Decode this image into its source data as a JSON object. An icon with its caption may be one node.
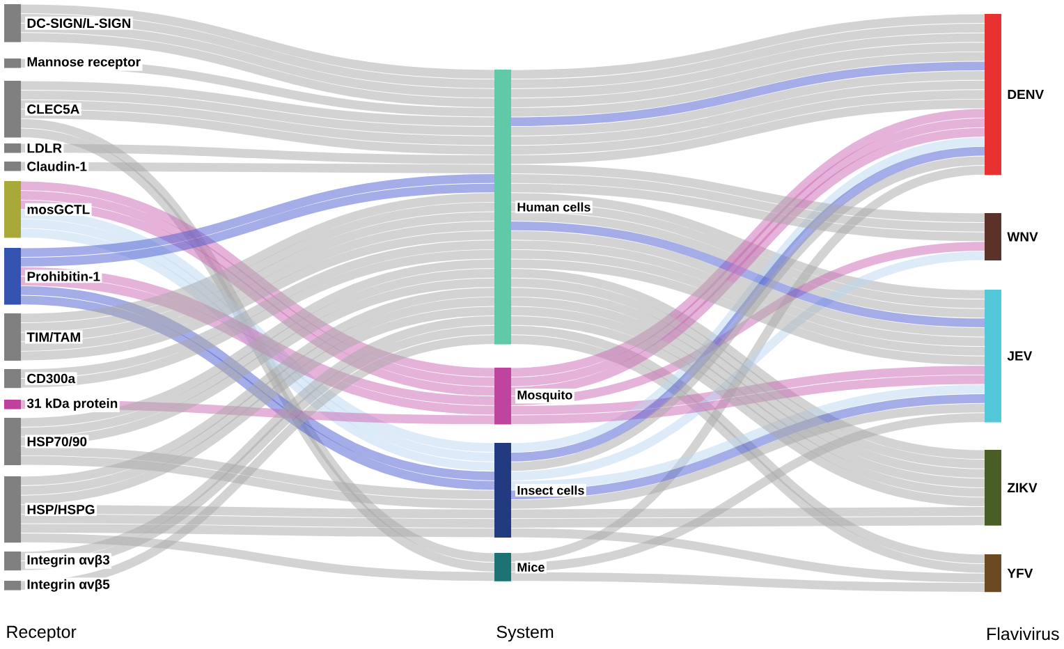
{
  "diagram": {
    "nodes": [
      {
        "text": [
          "DC-SIGN/L-SIGN"
        ]
      },
      {
        "text": [
          "Mannose receptor"
        ]
      },
      {
        "text": [
          "CLEC5A"
        ]
      },
      {
        "text": [
          "LDLR"
        ]
      },
      {
        "text": [
          "Claudin-1"
        ]
      },
      {
        "text": [
          "mosGCTL"
        ]
      },
      {
        "text": [
          "Prohibitin-1"
        ]
      },
      {
        "text": [
          "TIM/TAM"
        ]
      },
      {
        "text": [
          "CD300a"
        ]
      },
      {
        "text": [
          "31 kDa protein"
        ]
      },
      {
        "text": [
          "HSP70/90"
        ]
      },
      {
        "text": [
          "HSP/HSPG"
        ]
      },
      {
        "text": [
          "Integrin αvβ3"
        ]
      },
      {
        "text": [
          "Integrin αvβ5"
        ]
      },
      {
        "text": [
          "Human cells"
        ]
      },
      {
        "text": [
          "Mosquito"
        ]
      },
      {
        "text": [
          "Insect cells"
        ]
      },
      {
        "text": [
          "Mice"
        ]
      },
      {
        "text": [
          "DENV"
        ]
      },
      {
        "text": [
          "WNV"
        ]
      },
      {
        "text": [
          "JEV"
        ]
      },
      {
        "text": [
          "ZIKV"
        ]
      },
      {
        "text": [
          "YFV"
        ]
      }
    ],
    "edges": [
      {
        "from": 0,
        "to": 14,
        "arrow": "none"
      },
      {
        "from": 0,
        "to": 14,
        "arrow": "none"
      },
      {
        "from": 0,
        "to": 14,
        "arrow": "none"
      },
      {
        "from": 0,
        "to": 14,
        "arrow": "none"
      },
      {
        "from": 1,
        "to": 14,
        "arrow": "none"
      },
      {
        "from": 2,
        "to": 14,
        "arrow": "none"
      },
      {
        "from": 2,
        "to": 14,
        "arrow": "none"
      },
      {
        "from": 2,
        "to": 14,
        "arrow": "none"
      },
      {
        "from": 2,
        "to": 14,
        "arrow": "none"
      },
      {
        "from": 2,
        "to": 17,
        "arrow": "none"
      },
      {
        "from": 2,
        "to": 17,
        "arrow": "none"
      },
      {
        "from": 3,
        "to": 14,
        "arrow": "none"
      },
      {
        "from": 4,
        "to": 14,
        "arrow": "none"
      },
      {
        "from": 5,
        "to": 15,
        "arrow": "none",
        "color": "#cc66b3"
      },
      {
        "from": 5,
        "to": 15,
        "arrow": "none",
        "color": "#cc66b3"
      },
      {
        "from": 5,
        "to": 15,
        "arrow": "none",
        "color": "#cc66b3"
      },
      {
        "from": 5,
        "to": 16,
        "arrow": "none",
        "color": "#bcd8f4"
      },
      {
        "from": 5,
        "to": 16,
        "arrow": "none",
        "color": "#bcd8f4"
      },
      {
        "from": 5,
        "to": 16,
        "arrow": "none",
        "color": "#bcd8f4"
      },
      {
        "from": 6,
        "to": 14,
        "arrow": "none",
        "color": "#4a5cd0"
      },
      {
        "from": 6,
        "to": 14,
        "arrow": "none",
        "color": "#4a5cd0"
      },
      {
        "from": 6,
        "to": 15,
        "arrow": "none",
        "color": "#cc66b3"
      },
      {
        "from": 6,
        "to": 15,
        "arrow": "none",
        "color": "#cc66b3"
      },
      {
        "from": 6,
        "to": 16,
        "arrow": "none",
        "color": "#4a5cd0"
      },
      {
        "from": 6,
        "to": 16,
        "arrow": "none",
        "color": "#4a5cd0"
      },
      {
        "from": 7,
        "to": 14,
        "arrow": "none"
      },
      {
        "from": 7,
        "to": 14,
        "arrow": "none"
      },
      {
        "from": 7,
        "to": 14,
        "arrow": "none"
      },
      {
        "from": 7,
        "to": 14,
        "arrow": "none"
      },
      {
        "from": 7,
        "to": 14,
        "arrow": "none"
      },
      {
        "from": 8,
        "to": 14,
        "arrow": "none"
      },
      {
        "from": 8,
        "to": 14,
        "arrow": "none"
      },
      {
        "from": 9,
        "to": 15,
        "arrow": "none",
        "color": "#cc66b3"
      },
      {
        "from": 10,
        "to": 14,
        "arrow": "none"
      },
      {
        "from": 10,
        "to": 14,
        "arrow": "none"
      },
      {
        "from": 10,
        "to": 14,
        "arrow": "none"
      },
      {
        "from": 10,
        "to": 16,
        "arrow": "none"
      },
      {
        "from": 10,
        "to": 16,
        "arrow": "none"
      },
      {
        "from": 11,
        "to": 14,
        "arrow": "none"
      },
      {
        "from": 11,
        "to": 14,
        "arrow": "none"
      },
      {
        "from": 11,
        "to": 14,
        "arrow": "none"
      },
      {
        "from": 11,
        "to": 16,
        "arrow": "none"
      },
      {
        "from": 11,
        "to": 16,
        "arrow": "none"
      },
      {
        "from": 11,
        "to": 16,
        "arrow": "none"
      },
      {
        "from": 11,
        "to": 17,
        "arrow": "none"
      },
      {
        "from": 12,
        "to": 14,
        "arrow": "none"
      },
      {
        "from": 12,
        "to": 14,
        "arrow": "none"
      },
      {
        "from": 13,
        "to": 14,
        "arrow": "none"
      },
      {
        "from": 14,
        "to": 18,
        "arrow": "none"
      },
      {
        "from": 14,
        "to": 20,
        "arrow": "none"
      },
      {
        "from": 14,
        "to": 21,
        "arrow": "none"
      },
      {
        "from": 14,
        "to": 22,
        "arrow": "none"
      },
      {
        "from": 14,
        "to": 18,
        "arrow": "none"
      },
      {
        "from": 14,
        "to": 18,
        "arrow": "none"
      },
      {
        "from": 14,
        "to": 20,
        "arrow": "none"
      },
      {
        "from": 14,
        "to": 20,
        "arrow": "none"
      },
      {
        "from": 14,
        "to": 22,
        "arrow": "none"
      },
      {
        "from": 17,
        "to": 18,
        "arrow": "none"
      },
      {
        "from": 17,
        "to": 20,
        "arrow": "none"
      },
      {
        "from": 14,
        "to": 18,
        "arrow": "none"
      },
      {
        "from": 14,
        "to": 18,
        "arrow": "none"
      },
      {
        "from": 15,
        "to": 18,
        "arrow": "none",
        "color": "#cc66b3"
      },
      {
        "from": 15,
        "to": 19,
        "arrow": "none",
        "color": "#cc66b3"
      },
      {
        "from": 15,
        "to": 20,
        "arrow": "none",
        "color": "#cc66b3"
      },
      {
        "from": 16,
        "to": 18,
        "arrow": "none",
        "color": "#bcd8f4"
      },
      {
        "from": 16,
        "to": 19,
        "arrow": "none",
        "color": "#bcd8f4"
      },
      {
        "from": 16,
        "to": 20,
        "arrow": "none",
        "color": "#bcd8f4"
      },
      {
        "from": 14,
        "to": 18,
        "arrow": "none",
        "color": "#4a5cd0"
      },
      {
        "from": 14,
        "to": 20,
        "arrow": "none",
        "color": "#4a5cd0"
      },
      {
        "from": 15,
        "to": 18,
        "arrow": "none",
        "color": "#cc66b3"
      },
      {
        "from": 15,
        "to": 20,
        "arrow": "none",
        "color": "#cc66b3"
      },
      {
        "from": 16,
        "to": 18,
        "arrow": "none",
        "color": "#4a5cd0"
      },
      {
        "from": 16,
        "to": 20,
        "arrow": "none",
        "color": "#4a5cd0"
      },
      {
        "from": 14,
        "to": 18,
        "arrow": "none"
      },
      {
        "from": 14,
        "to": 19,
        "arrow": "none"
      },
      {
        "from": 14,
        "to": 20,
        "arrow": "none"
      },
      {
        "from": 14,
        "to": 21,
        "arrow": "none"
      },
      {
        "from": 14,
        "to": 21,
        "arrow": "none"
      },
      {
        "from": 14,
        "to": 18,
        "arrow": "none"
      },
      {
        "from": 14,
        "to": 21,
        "arrow": "none"
      },
      {
        "from": 15,
        "to": 18,
        "arrow": "none",
        "color": "#cc66b3"
      },
      {
        "from": 14,
        "to": 18,
        "arrow": "none"
      },
      {
        "from": 14,
        "to": 19,
        "arrow": "none"
      },
      {
        "from": 14,
        "to": 21,
        "arrow": "none"
      },
      {
        "from": 16,
        "to": 20,
        "arrow": "none"
      },
      {
        "from": 16,
        "to": 21,
        "arrow": "none"
      },
      {
        "from": 14,
        "to": 18,
        "arrow": "none"
      },
      {
        "from": 14,
        "to": 20,
        "arrow": "none"
      },
      {
        "from": 14,
        "to": 21,
        "arrow": "none"
      },
      {
        "from": 16,
        "to": 18,
        "arrow": "none"
      },
      {
        "from": 16,
        "to": 21,
        "arrow": "none"
      },
      {
        "from": 16,
        "to": 22,
        "arrow": "none"
      },
      {
        "from": 17,
        "to": 22,
        "arrow": "none"
      },
      {
        "from": 14,
        "to": 19,
        "arrow": "none"
      },
      {
        "from": 14,
        "to": 20,
        "arrow": "none"
      },
      {
        "from": 14,
        "to": 20,
        "arrow": "none"
      }
    ],
    "labels": [
      "Receptor",
      "System",
      "Flavivirus"
    ]
  }
}
